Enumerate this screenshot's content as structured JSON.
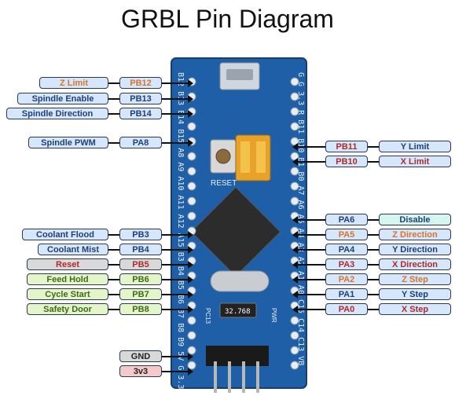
{
  "title": "GRBL Pin Diagram",
  "colors": {
    "board": "#1f5fa8",
    "tag_blue_fill": "#d6e6fb",
    "tag_green_fill": "#e4f5c9",
    "tag_gray_fill": "#d9d9d9",
    "tag_red_fill": "#f6c9c9",
    "tag_teal_fill": "#d7f5ef",
    "text_blue": "#1f3f7a",
    "text_orange": "#d8742a",
    "text_red": "#b02a2a",
    "text_green": "#3f6b1a"
  },
  "left_pins": [
    {
      "fn": "Z Limit",
      "pin": "PB12",
      "style": "blue",
      "fn_color": "orange",
      "pin_color": "orange"
    },
    {
      "fn": "Spindle Enable",
      "pin": "PB13",
      "style": "blue",
      "fn_color": "blue",
      "pin_color": "blue"
    },
    {
      "fn": "Spindle Direction",
      "pin": "PB14",
      "style": "blue",
      "fn_color": "blue",
      "pin_color": "blue"
    },
    {
      "fn": "Spindle PWM",
      "pin": "PA8",
      "style": "blue",
      "fn_color": "blue",
      "pin_color": "blue"
    },
    {
      "fn": "Coolant Flood",
      "pin": "PB3",
      "style": "blue",
      "fn_color": "blue",
      "pin_color": "blue"
    },
    {
      "fn": "Coolant Mist",
      "pin": "PB4",
      "style": "blue",
      "fn_color": "blue",
      "pin_color": "blue"
    },
    {
      "fn": "Reset",
      "pin": "PB5",
      "style": "gray",
      "fn_color": "red",
      "pin_color": "red"
    },
    {
      "fn": "Feed Hold",
      "pin": "PB6",
      "style": "green",
      "fn_color": "green",
      "pin_color": "green"
    },
    {
      "fn": "Cycle Start",
      "pin": "PB7",
      "style": "green",
      "fn_color": "green",
      "pin_color": "green"
    },
    {
      "fn": "Safety Door",
      "pin": "PB8",
      "style": "green",
      "fn_color": "green",
      "pin_color": "green"
    }
  ],
  "power_pins": [
    {
      "label": "GND",
      "style": "gray"
    },
    {
      "label": "3v3",
      "style": "red"
    }
  ],
  "right_pins": [
    {
      "pin": "PB11",
      "fn": "Y Limit",
      "pin_color": "red",
      "fn_color": "blue",
      "style": "blue"
    },
    {
      "pin": "PB10",
      "fn": "X Limit",
      "pin_color": "red",
      "fn_color": "red",
      "style": "blue"
    },
    {
      "pin": "PA6",
      "fn": "Disable",
      "pin_color": "blue",
      "fn_color": "blue",
      "style": "teal"
    },
    {
      "pin": "PA5",
      "fn": "Z Direction",
      "pin_color": "orange",
      "fn_color": "orange",
      "style": "blue"
    },
    {
      "pin": "PA4",
      "fn": "Y Direction",
      "pin_color": "blue",
      "fn_color": "blue",
      "style": "blue"
    },
    {
      "pin": "PA3",
      "fn": "X Direction",
      "pin_color": "red",
      "fn_color": "red",
      "style": "blue"
    },
    {
      "pin": "PA2",
      "fn": "Z Step",
      "pin_color": "orange",
      "fn_color": "orange",
      "style": "blue"
    },
    {
      "pin": "PA1",
      "fn": "Y Step",
      "pin_color": "blue",
      "fn_color": "blue",
      "style": "blue"
    },
    {
      "pin": "PA0",
      "fn": "X Step",
      "pin_color": "red",
      "fn_color": "red",
      "style": "blue"
    }
  ],
  "board": {
    "left_header_text": "B12 B13 B14 B15 A8 A9 A10 A11 A12 A15 B3 B4 B5 B6 B7 B8 B9 5V G 3.3",
    "right_header_text": "G G 3.3 R B11 B10 B1 B0 A7 A6 A5 A4 A3 A2 A1 A0 C15 C14 C13 VB",
    "reset_label": "RESET",
    "crystal_label": "32.768",
    "pc13_label": "PC13",
    "pwr_label": "PWR"
  }
}
